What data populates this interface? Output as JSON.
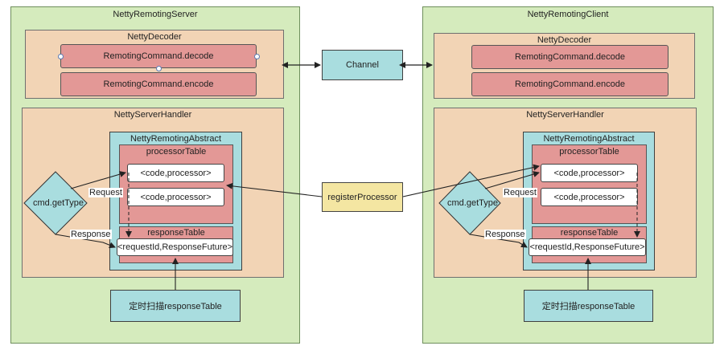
{
  "server": {
    "title": "NettyRemotingServer",
    "decoder": {
      "title": "NettyDecoder",
      "decode": "RemotingCommand.decode",
      "encode": "RemotingCommand.encode"
    },
    "handler": {
      "title": "NettyServerHandler",
      "abstract": {
        "title": "NettyRemotingAbstract",
        "processorTable": {
          "title": "processorTable",
          "entries": [
            "<code,processor>",
            "<code,processor>"
          ]
        },
        "responseTable": {
          "title": "responseTable",
          "entry": "<requestId,ResponseFuture>"
        }
      },
      "diamond": "cmd.getType",
      "request_label": "Request",
      "response_label": "Response"
    },
    "scanner": "定时扫描responseTable"
  },
  "client": {
    "title": "NettyRemotingClient",
    "decoder": {
      "title": "NettyDecoder",
      "decode": "RemotingCommand.decode",
      "encode": "RemotingCommand.encode"
    },
    "handler": {
      "title": "NettyServerHandler",
      "abstract": {
        "title": "NettyRemotingAbstract",
        "processorTable": {
          "title": "processorTable",
          "entries": [
            "<code,processor>",
            "<code,processor>"
          ]
        },
        "responseTable": {
          "title": "responseTable",
          "entry": "<requestId,ResponseFuture>"
        }
      },
      "diamond": "cmd.getType",
      "request_label": "Request",
      "response_label": "Response"
    },
    "scanner": "定时扫描responseTable"
  },
  "channel": "Channel",
  "register": "registerProcessor",
  "colors": {
    "container": "#d5ebbd",
    "handler": "#f2d4b5",
    "codec": "#e39896",
    "abstract": "#a9dddf",
    "entry": "#ffffff",
    "register": "#f4e6a2"
  }
}
